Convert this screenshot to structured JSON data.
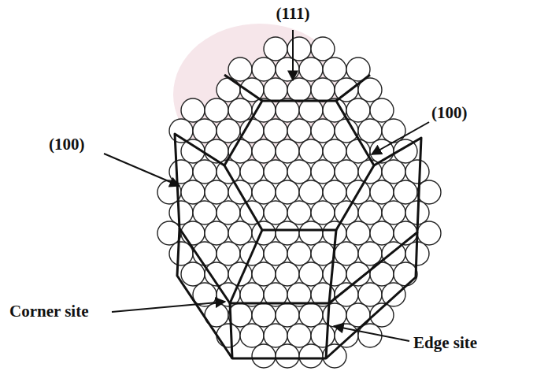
{
  "diagram": {
    "labels": [
      "(111)",
      "(100)",
      "(100)",
      "Corner site",
      "Edge site"
    ]
  }
}
